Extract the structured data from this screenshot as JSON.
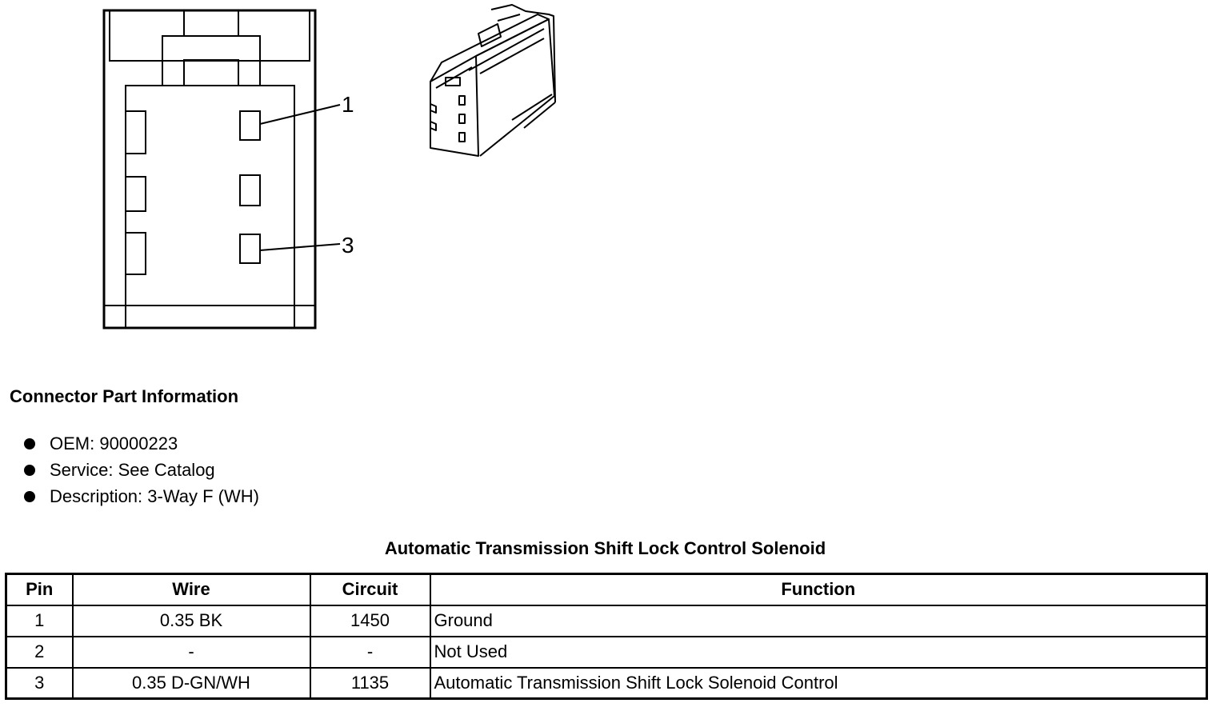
{
  "diagram": {
    "pin_callouts": [
      "1",
      "3"
    ]
  },
  "connector_info": {
    "title": "Connector Part Information",
    "items": [
      "OEM: 90000223",
      "Service: See Catalog",
      "Description: 3-Way F (WH)"
    ]
  },
  "pin_table": {
    "title": "Automatic Transmission Shift Lock Control Solenoid",
    "headers": [
      "Pin",
      "Wire",
      "Circuit",
      "Function"
    ],
    "rows": [
      [
        "1",
        "0.35 BK",
        "1450",
        "Ground"
      ],
      [
        "2",
        "-",
        "-",
        "Not Used"
      ],
      [
        "3",
        "0.35 D-GN/WH",
        "1135",
        "Automatic Transmission Shift Lock Solenoid Control"
      ]
    ]
  }
}
